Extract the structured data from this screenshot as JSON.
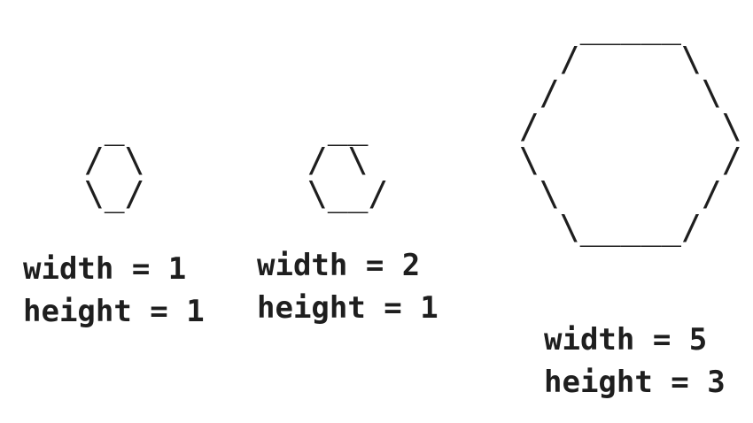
{
  "figures": [
    {
      "ascii": "  _\n / \\\n \\_/",
      "width_label": "width = 1",
      "height_label": "height = 1"
    },
    {
      "ascii": "  __\n / \\\n \\__/",
      "width_label": "width = 2",
      "height_label": "height = 1"
    },
    {
      "ascii": "   _____\n  /     \\\n /       \\\n/         \\\n\\         /\n \\       /\n  \\_____/",
      "width_label": "width = 5",
      "height_label": "height = 3"
    }
  ]
}
